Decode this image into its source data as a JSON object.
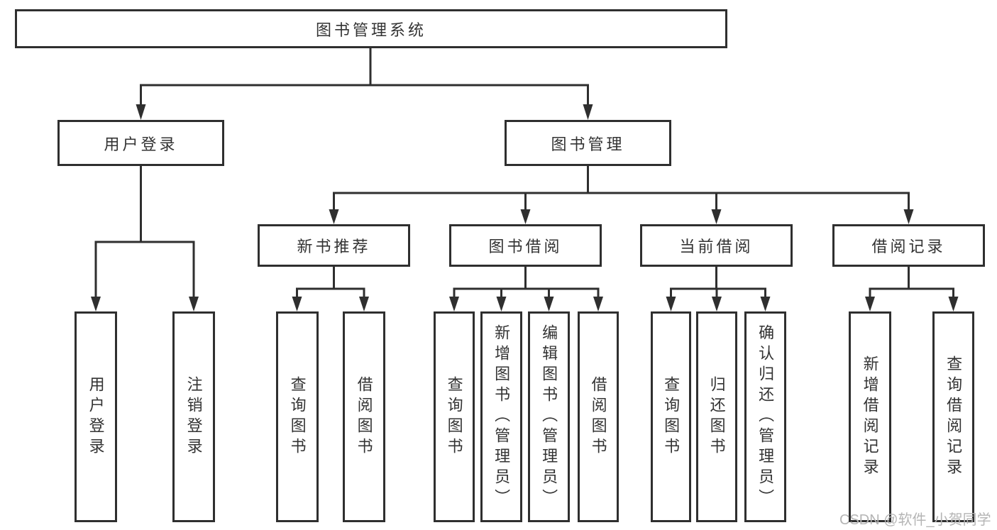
{
  "tree": {
    "label": "图书管理系统",
    "children": [
      {
        "label": "用户登录",
        "children": [
          {
            "label": "用户登录"
          },
          {
            "label": "注销登录"
          }
        ]
      },
      {
        "label": "图书管理",
        "children": [
          {
            "label": "新书推荐",
            "children": [
              {
                "label": "查询图书"
              },
              {
                "label": "借阅图书"
              }
            ]
          },
          {
            "label": "图书借阅",
            "children": [
              {
                "label": "查询图书"
              },
              {
                "label": "新增图书（管理员）"
              },
              {
                "label": "编辑图书（管理员）"
              },
              {
                "label": "借阅图书"
              }
            ]
          },
          {
            "label": "当前借阅",
            "children": [
              {
                "label": "查询图书"
              },
              {
                "label": "归还图书"
              },
              {
                "label": "确认归还（管理员）"
              }
            ]
          },
          {
            "label": "借阅记录",
            "children": [
              {
                "label": "新增借阅记录"
              },
              {
                "label": "查询借阅记录"
              }
            ]
          }
        ]
      }
    ]
  },
  "watermark": {
    "text": "CSDN @软件_小贺同学"
  },
  "colors": {
    "line": "#2f2f2f",
    "box_border": "#2f2f2f",
    "text": "#333333",
    "watermark": "#b5b5b5",
    "background": "#ffffff"
  }
}
